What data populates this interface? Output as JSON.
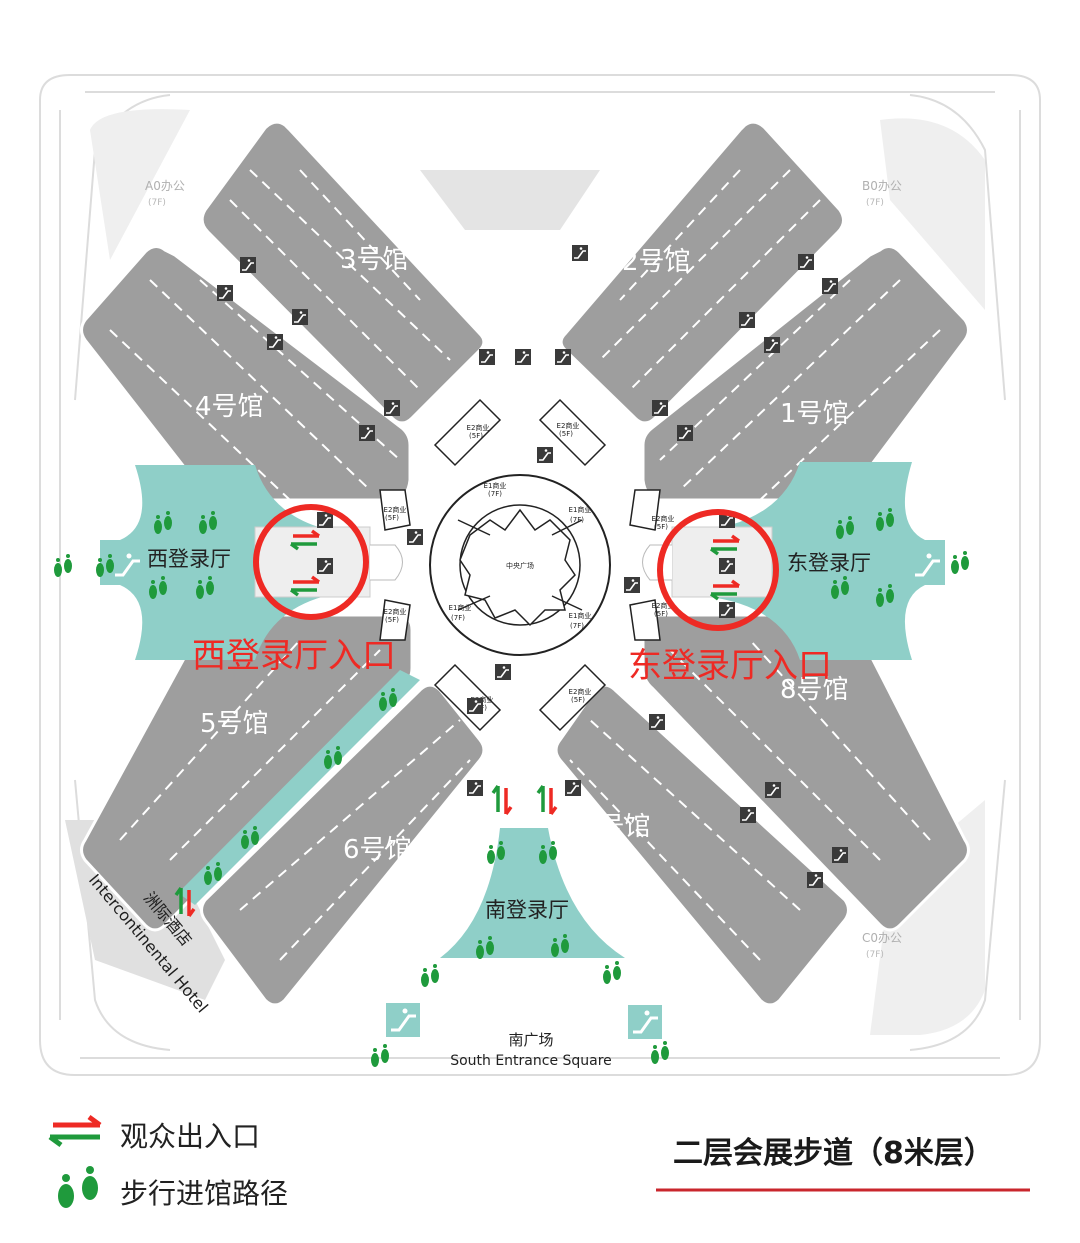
{
  "halls": {
    "h1": "1号馆",
    "h2": "2号馆",
    "h3": "3号馆",
    "h4": "4号馆",
    "h5": "5号馆",
    "h6": "6号馆",
    "h7": "7号馆",
    "h8": "8号馆"
  },
  "lobbies": {
    "west": "西登录厅",
    "east": "东登录厅",
    "south": "南登录厅"
  },
  "entrances": {
    "west": "西登录厅入口",
    "east": "东登录厅入口"
  },
  "center": {
    "plaza": "中央广场",
    "e1_label": "E1商业",
    "e1_floor": "(7F)",
    "e2_label": "E2商业",
    "e2_floor_5": "(5F)",
    "e2_floor_4": "(4F)"
  },
  "offices": {
    "a0": "A0办公",
    "b0": "B0办公",
    "c0": "C0办公",
    "floor": "(7F)"
  },
  "south_square": {
    "cn": "南广场",
    "en": "South Entrance Square"
  },
  "hotel": {
    "cn": "洲际酒店",
    "en": "Intercontinental Hotel"
  },
  "legend": {
    "entry_exit": "观众出入口",
    "walk_path": "步行进馆路径"
  },
  "floor_title": "二层会展步道（8米层）",
  "colors": {
    "hall_gray": "#9e9e9e",
    "lobby_teal": "#8fcfc8",
    "accent_red": "#ee2a24",
    "path_green": "#1f9a3c",
    "title_rule": "#c9262c"
  },
  "icons": {
    "escalator": "escalator-icon",
    "footprints": "footprints-icon",
    "entry_exit": "entry-exit-arrows-icon"
  }
}
